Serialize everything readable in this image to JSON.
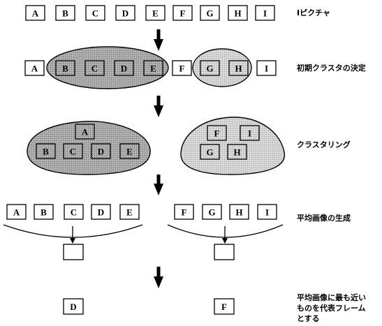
{
  "frames": [
    "A",
    "B",
    "C",
    "D",
    "E",
    "F",
    "G",
    "H",
    "I"
  ],
  "stages": [
    "Iピクチャ",
    "初期クラスタの決定",
    "クラスタリング",
    "平均画像の生成",
    "平均画像に最も近い\nものを代表フレーム\nとする"
  ],
  "clusters": [
    {
      "members": [
        "A",
        "B",
        "C",
        "D",
        "E"
      ],
      "representative": "D"
    },
    {
      "members": [
        "F",
        "G",
        "H",
        "I"
      ],
      "representative": "F"
    }
  ],
  "colors": {
    "cluster_dark": "#a6a6a6",
    "cluster_light": "#d2d2d2",
    "line": "#000000",
    "box_fill": "#ffffff"
  }
}
